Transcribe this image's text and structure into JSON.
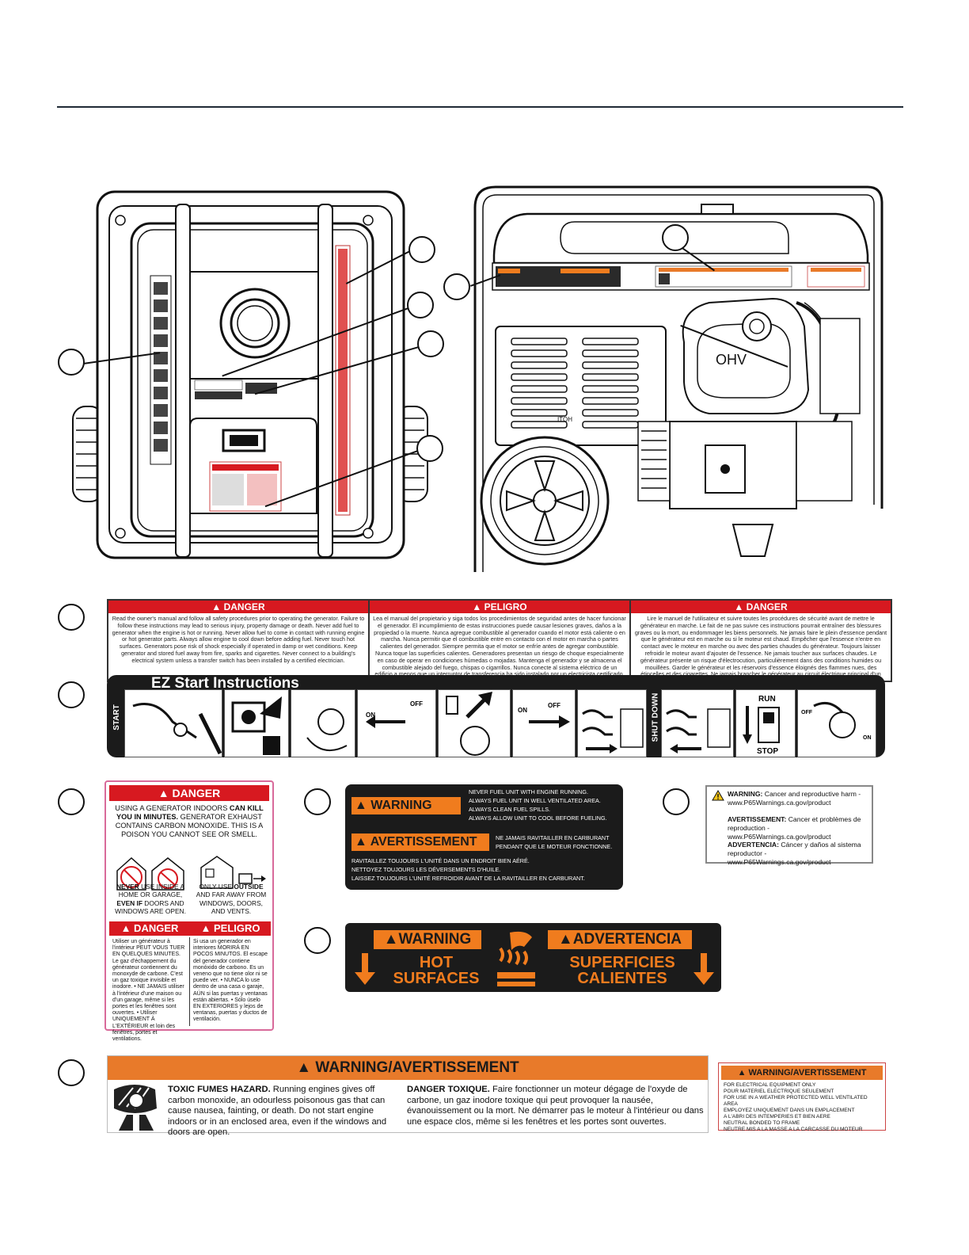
{
  "danger_strip": {
    "en": {
      "head": "▲ DANGER",
      "text": "Read the owner's manual and follow all safety procedures prior to operating the generator. Failure to follow these instructions may lead to serious injury, property damage or death. Never add fuel to generator when the engine is hot or running. Never allow fuel to come in contact with running engine or hot generator parts. Always allow engine to cool down before adding fuel. Never touch hot surfaces. Generators pose risk of shock especially if operated in damp or wet conditions. Keep generator and stored fuel away from fire, sparks and cigarettes. Never connect to a building's electrical system unless a transfer switch has been installed by a certified electrician."
    },
    "es": {
      "head": "▲ PELIGRO",
      "text": "Lea el manual del propietario y siga todos los procedimientos de seguridad antes de hacer funcionar el generador. El incumplimiento de estas instrucciones puede causar lesiones graves, daños a la propiedad o la muerte. Nunca agregue combustible al generador cuando el motor está caliente o en marcha. Nunca permitir que el combustible entre en contacto con el motor en marcha o partes calientes del generador. Siempre permita que el motor se enfríe antes de agregar combustible. Nunca toque las superficies calientes. Generadores presentan un riesgo de choque especialmente en caso de operar en condiciones húmedas o mojadas. Mantenga el generador y se almacena el combustible alejado del fuego, chispas o cigarrillos. Nunca conecte al sistema eléctrico de un edificio a menos que un interruptor de transferencia ha sido instalado por un electricista certificado."
    },
    "fr": {
      "head": "▲ DANGER",
      "text": "Lire le manuel de l'utilisateur et suivre toutes les procédures de sécurité avant de mettre le générateur en marche. Le fait de ne pas suivre ces instructions pourrait entraîner des blessures graves ou la mort, ou endommager les biens personnels. Ne jamais faire le plein d'essence pendant que le générateur est en marche ou si le moteur est chaud. Empêcher que l'essence n'entre en contact avec le moteur en marche ou avec des parties chaudes du générateur. Toujours laisser refroidir le moteur avant d'ajouter de l'essence. Ne jamais toucher aux surfaces chaudes. Le générateur présente un risque d'électrocution, particulièrement dans des conditions humides ou mouillées. Garder le générateur et les réservoirs d'essence éloignés des flammes nues, des étincelles et des cigarettes. Ne jamais brancher le générateur au circuit électrique principal d'un édifice, sauf si un commutateur de transfert a été mis en place par un électricien qualifié."
    }
  },
  "ez_start": {
    "title": "EZ Start Instructions",
    "start_label": "START",
    "shutdown_label": "SHUT DOWN",
    "on": "ON",
    "off": "OFF",
    "run": "RUN",
    "stop": "STOP"
  },
  "generator": {
    "ohv": "OHV",
    "choke": "ITOH"
  },
  "co_danger": {
    "head": "▲ DANGER",
    "line1": "USING A GENERATOR INDOORS ",
    "line1b": "CAN KILL YOU IN MINUTES.",
    "line2": " GENERATOR EXHAUST CONTAINS CARBON MONOXIDE. THIS IS A POISON YOU CANNOT SEE OR SMELL.",
    "never_b": "NEVER",
    "never": " USE INSIDE A HOME OR GARAGE, ",
    "even_b": "EVEN IF",
    "even": " DOORS AND WINDOWS ARE OPEN.",
    "only": "ONLY USE ",
    "only_b": "OUTSIDE",
    "only2": " AND FAR AWAY FROM WINDOWS, DOORS, AND VENTS.",
    "fr_head": "▲ DANGER",
    "es_head": "▲ PELIGRO",
    "fr_text": "Utiliser un générateur à l'intérieur PEUT VOUS TUER EN QUELQUES MINUTES. Le gaz d'échappement du générateur contiennent du monoxyde de carbone. C'est un gaz toxique invisible et inodore. • NE JAMAIS utiliser à l'intérieur d'une maison ou d'un garage, même si les portes et les fenêtres sont ouvertes. • Utiliser UNIQUEMENT À L'EXTÉRIEUR et loin des fenêtres, portes et ventilations.",
    "es_text": "Si usa un generador en interiores MORIRÁ EN POCOS MINUTOS. El escape del generador contiene monóxido de carbono. Es un veneno que no tiene olor ni se puede ver. • NUNCA lo use dentro de una casa o garaje, AÚN si las puertas y ventanas están abiertas. • Sólo úselo EN EXTERIORES y lejos de ventanas, puertas y ductos de ventilación."
  },
  "fuel_warning": {
    "warning": "▲ WARNING",
    "en1": "NEVER FUEL UNIT WITH ENGINE RUNNING.",
    "en2": "ALWAYS FUEL UNIT IN WELL VENTILATED AREA.",
    "en3": "ALWAYS CLEAN FUEL SPILLS.",
    "en4": "ALWAYS ALLOW UNIT TO COOL BEFORE FUELING.",
    "avert": "▲ AVERTISSEMENT",
    "fr0a": "NE JAMAIS RAVITAILLER EN CARBURANT",
    "fr0b": "PENDANT QUE LE MOTEUR FONCTIONNE.",
    "fr1": "RAVITAILLEZ TOUJOURS L'UNITÉ DANS UN ENDROIT BIEN AÉRÉ.",
    "fr2": "NETTOYEZ TOUJOURS LES DÉVERSEMENTS D'HUILE.",
    "fr3": "LAISSEZ TOUJOURS L'UNITÉ REFROIDIR  AVANT DE LA RAVITAILLER EN CARBURANT."
  },
  "hot_surfaces": {
    "warning": "▲WARNING",
    "hot1": "HOT",
    "hot2": "SURFACES",
    "adv": "▲ADVERTENCIA",
    "sup1": "SUPERFICIES",
    "sup2": "CALIENTES"
  },
  "p65": {
    "l1b": "WARNING:",
    "l1": " Cancer and reproductive harm - www.P65Warnings.ca.gov/product",
    "l2b": "AVERTISSEMENT:",
    "l2": " Cancer et problèmes de reproduction - www.P65Warnings.ca.gov/product",
    "l3b": "ADVERTENCIA:",
    "l3": " Cáncer y daños al sistema reproductor - www.P65Warnings.ca.gov/product"
  },
  "fumes": {
    "head": "▲ WARNING/AVERTISSEMENT",
    "en_b": "TOXIC FUMES HAZARD.",
    "en": " Running engines gives off carbon monoxide, an odourless poisonous gas that can cause nausea, fainting, or death. Do not start engine indoors or in an enclosed area, even if the windows and doors are open.",
    "fr_b": "DANGER TOXIQUE.",
    "fr": " Faire fonctionner un moteur dégage de l'oxyde de carbone, un gaz inodore toxique qui peut provoquer la nausée, évanouissement ou la mort. Ne démarrer pas le moteur à l'intérieur ou dans une espace clos, même si les fenêtres et les portes sont ouvertes."
  },
  "electrical": {
    "head": "▲ WARNING/AVERTISSEMENT",
    "l1": "FOR ELECTRICAL EQUIPMENT ONLY",
    "l2": "POUR MATERIEL ELECTRIQUE SEULEMENT",
    "l3": "FOR USE IN A WEATHER PROTECTED WELL VENTILATED AREA",
    "l4": "EMPLOYEZ UNIQUEMENT DANS UN EMPLACEMENT",
    "l5": "A L'ABRI DES INTEMPERIES ET BIEN AERE",
    "l6": "NEUTRAL BONDED TO FRAME",
    "l7": "NEUTRE MIS A LA MASSE A LA CARCASSE DU MOTEUR"
  }
}
